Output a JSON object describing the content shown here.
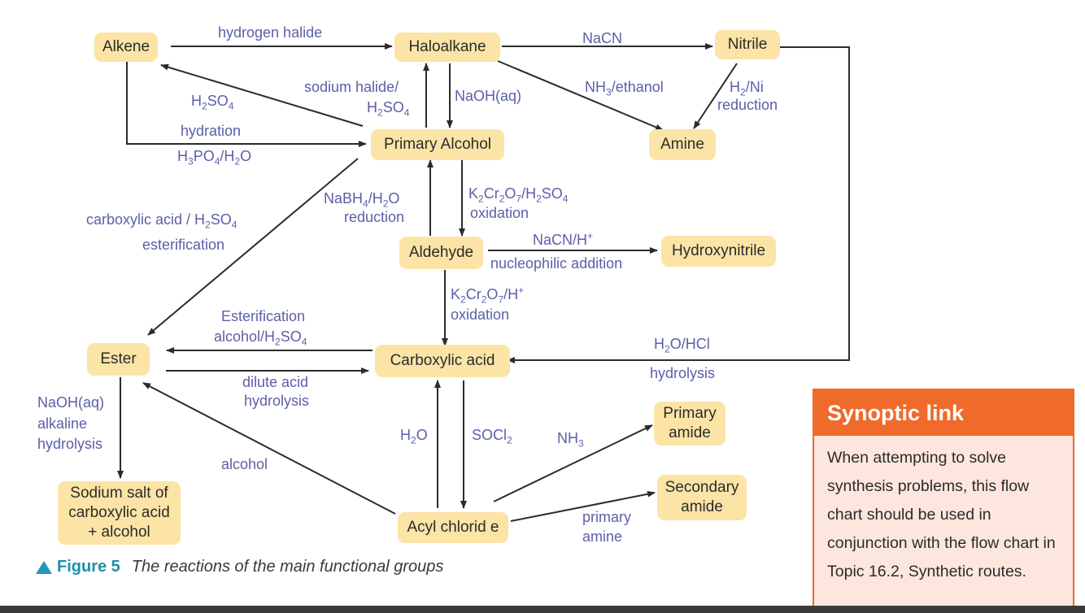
{
  "nodes": {
    "alkene": "Alkene",
    "haloalkane": "Haloalkane",
    "nitrile": "Nitrile",
    "amine": "Amine",
    "primary_alcohol": "Primary Alcohol",
    "aldehyde": "Aldehyde",
    "hydroxynitrile": "Hydroxynitrile",
    "ester": "Ester",
    "carboxylic_acid": "Carboxylic acid",
    "sodium_salt": "Sodium salt of\ncarboxylic acid\n+ alcohol",
    "acyl_chloride": "Acyl chlorid e",
    "primary_amide": "Primary\namide",
    "secondary_amide": "Secondary\namide"
  },
  "labels": {
    "hydrogen_halide": "hydrogen halide",
    "nacn": "NaCN",
    "h2so4_alkene_a": "H",
    "h2so4_alkene_b": "2",
    "h2so4_alkene_c": "SO",
    "h2so4_alkene_d": "4",
    "hydration": "hydration",
    "h3po4_a": "H",
    "h3po4_b": "3",
    "h3po4_c": "PO",
    "h3po4_d": "4",
    "h3po4_e": "/H",
    "h3po4_f": "2",
    "h3po4_g": "O",
    "sodium_halide": "sodium halide/",
    "h2so4_halide_a": "H",
    "h2so4_halide_b": "2",
    "h2so4_halide_c": "SO",
    "h2so4_halide_d": "4",
    "naoh_aq": "NaOH(aq)",
    "nh3_ethanol_a": "NH",
    "nh3_ethanol_b": "3",
    "nh3_ethanol_c": "/ethanol",
    "h2ni_a": "H",
    "h2ni_b": "2",
    "h2ni_c": "/Ni",
    "reduction_nitrile": "reduction",
    "carboxylic_acid_h2so4_a": "carboxylic acid / H",
    "carboxylic_acid_h2so4_b": "2",
    "carboxylic_acid_h2so4_c": "SO",
    "carboxylic_acid_h2so4_d": "4",
    "esterification_lower": "esterification",
    "nabh4_a": "NaBH",
    "nabh4_b": "4",
    "nabh4_c": "/H",
    "nabh4_d": "2",
    "nabh4_e": "O",
    "reduction_aldehyde": "reduction",
    "k2cr2o7_a": "K",
    "k2cr2o7_b": "2",
    "k2cr2o7_c": "Cr",
    "k2cr2o7_d": "2",
    "k2cr2o7_e": "O",
    "k2cr2o7_f": "7",
    "k2cr2o7_g": "/H",
    "k2cr2o7_h": "2",
    "k2cr2o7_i": "SO",
    "k2cr2o7_j": "4",
    "oxidation_1": "oxidation",
    "nacn_h_a": "NaCN/H",
    "nacn_h_b": "+",
    "nucleophilic_addition": "nucleophilic addition",
    "k2cr2o7_h_a": "K",
    "k2cr2o7_h_b": "2",
    "k2cr2o7_h_c": "Cr",
    "k2cr2o7_h_d": "2",
    "k2cr2o7_h_e": "O",
    "k2cr2o7_h_f": "7",
    "k2cr2o7_h_g": "/H",
    "k2cr2o7_h_h": "+",
    "oxidation_2": "oxidation",
    "esterification_upper": "Esterification",
    "alcohol_h2so4_a": "alcohol/H",
    "alcohol_h2so4_b": "2",
    "alcohol_h2so4_c": "SO",
    "alcohol_h2so4_d": "4",
    "dilute_acid": "dilute acid",
    "hydrolysis_acid": "hydrolysis",
    "h2o_hcl_a": "H",
    "h2o_hcl_b": "2",
    "h2o_hcl_c": "O/HCl",
    "hydrolysis_nitrile": "hydrolysis",
    "naoh_ester": "NaOH(aq)",
    "alkaline": "alkaline",
    "hydrolysis_ester": "hydrolysis",
    "alcohol": "alcohol",
    "h2o_a": "H",
    "h2o_b": "2",
    "h2o_c": "O",
    "socl2_a": "SOCl",
    "socl2_b": "2",
    "nh3_a": "NH",
    "nh3_b": "3",
    "primary_amine_1": "primary",
    "primary_amine_2": "amine"
  },
  "caption": {
    "figure": "Figure 5",
    "text": "The reactions of the main functional groups"
  },
  "synoptic": {
    "title": "Synoptic link",
    "body": "When attempting to solve synthesis problems, this flow chart should be used in conjunction with the flow chart in Topic 16.2, Synthetic routes."
  },
  "colors": {
    "node_fill": "#fbe4a6",
    "label": "#5b5fa8",
    "arrow": "#2b2b2b",
    "accent_orange": "#ef6a2b",
    "caption_blue": "#1f8fab"
  }
}
